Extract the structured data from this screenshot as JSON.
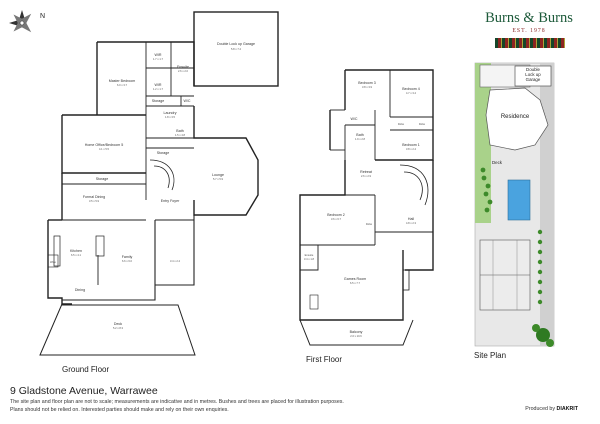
{
  "brand": {
    "name": "Burns & Burns",
    "est": "EST. 1978"
  },
  "compass": {
    "north": "N"
  },
  "address": "9 Gladstone Avenue, Warrawee",
  "disclaimer": [
    "The site plan and floor plan are not to scale; measurements are indicative and in metres. Bushes and trees are placed for illustration purposes.",
    "Plans should not be relied on. Interested parties should make and rely on their own enquiries."
  ],
  "produced": {
    "prefix": "Produced by",
    "company": "DIAKRIT"
  },
  "ground_floor": {
    "label": "Ground Floor",
    "rooms": [
      {
        "id": "garage",
        "name": "Double Lock up Garage",
        "size": "5.8 x 7.4"
      },
      {
        "id": "ensuite",
        "name": "Ensuite",
        "size": "2.6 x 2.0"
      },
      {
        "id": "wir1",
        "name": "WIR",
        "size": "1.7 x 1.7"
      },
      {
        "id": "wir2",
        "name": "WIR",
        "size": "1.2 x 1.7"
      },
      {
        "id": "master",
        "name": "Master Bedroom",
        "size": "6.0 x 3.7"
      },
      {
        "id": "storage1",
        "name": "Storage",
        "size": ""
      },
      {
        "id": "wc",
        "name": "W/C",
        "size": ""
      },
      {
        "id": "laundry",
        "name": "Laundry",
        "size": "1.8 x 3.5"
      },
      {
        "id": "bath",
        "name": "Bath",
        "size": "1.5 x 4.8"
      },
      {
        "id": "storage2",
        "name": "Storage",
        "size": ""
      },
      {
        "id": "office",
        "name": "Home Office/Bedroom 5",
        "size": "4.1 x 5.5"
      },
      {
        "id": "lounge",
        "name": "Lounge",
        "size": "5.7 x 5.9"
      },
      {
        "id": "storage3",
        "name": "Storage",
        "size": ""
      },
      {
        "id": "formal",
        "name": "Formal Dining",
        "size": "3.5 x 5.9"
      },
      {
        "id": "entry",
        "name": "Entry Foyer",
        "size": ""
      },
      {
        "id": "kitchen",
        "name": "Kitchen",
        "size": "6.5 x 4.1"
      },
      {
        "id": "family",
        "name": "Family",
        "size": "6.6 x 6.0"
      },
      {
        "id": "nook",
        "name": "",
        "size": "3.4 x 2.4"
      },
      {
        "id": "dining",
        "name": "Dining",
        "size": ""
      },
      {
        "id": "deck",
        "name": "Deck",
        "size": "5.2 x 8.3"
      },
      {
        "id": "wine",
        "name": "Wine",
        "size": ""
      }
    ]
  },
  "first_floor": {
    "label": "First Floor",
    "rooms": [
      {
        "id": "bed3",
        "name": "Bedroom 3",
        "size": "3.8 x 3.9"
      },
      {
        "id": "bed4",
        "name": "Bedroom 4",
        "size": "4.7 x 3.4"
      },
      {
        "id": "wc",
        "name": "W/C",
        "size": ""
      },
      {
        "id": "robe1",
        "name": "Robe",
        "size": ""
      },
      {
        "id": "robe2",
        "name": "Robe",
        "size": ""
      },
      {
        "id": "bath",
        "name": "Bath",
        "size": "1.9 x 2.8"
      },
      {
        "id": "bed1",
        "name": "Bedroom 1",
        "size": "3.8 x 2.4"
      },
      {
        "id": "retreat",
        "name": "Retreat",
        "size": "2.6 x 2.9"
      },
      {
        "id": "bed2",
        "name": "Bedroom 2",
        "size": "3.6 x 6.7"
      },
      {
        "id": "hall",
        "name": "Hall",
        "size": "4.8 x 2.3"
      },
      {
        "id": "robe3",
        "name": "Robe",
        "size": ""
      },
      {
        "id": "ensuite",
        "name": "Ensuite",
        "size": "3.4 x 1.8"
      },
      {
        "id": "games",
        "name": "Games Room",
        "size": "6.5 x 7.7"
      },
      {
        "id": "balcony",
        "name": "Balcony",
        "size": "2.0 x 10.6"
      }
    ]
  },
  "site_plan": {
    "label": "Site Plan",
    "residence": "Residence",
    "garage_lines": [
      "Double",
      "Lock up",
      "Garage"
    ],
    "deck": "Deck"
  }
}
